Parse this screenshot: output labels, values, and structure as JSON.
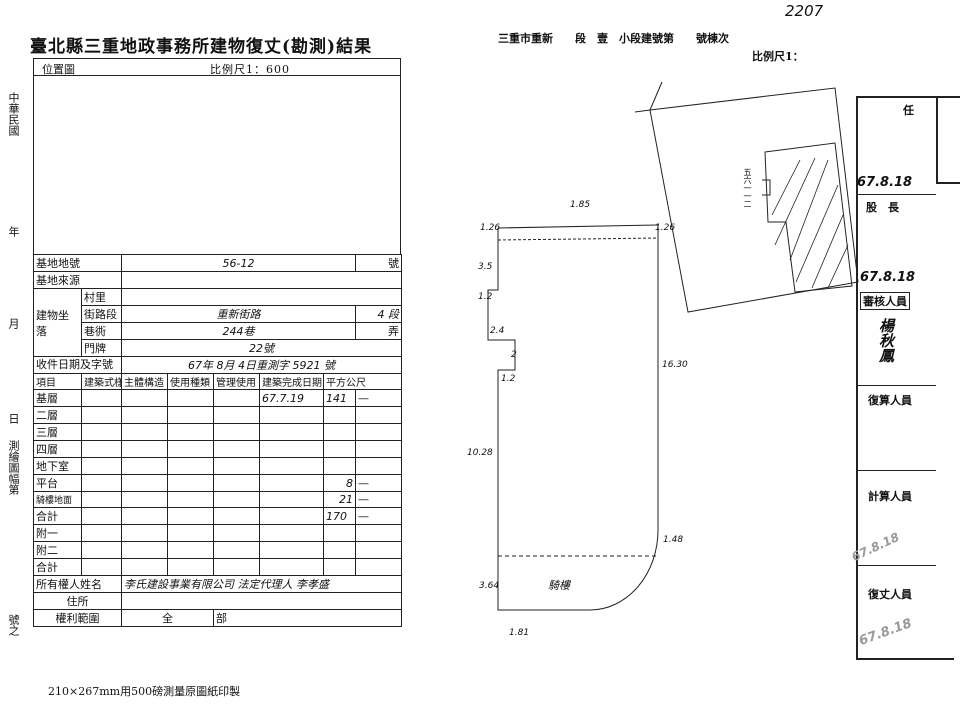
{
  "left_form": {
    "title": "臺北縣三重地政事務所建物復丈(勘測)結果",
    "location_map": {
      "label": "位置圖",
      "scale": "比例尺1：600"
    },
    "margin": {
      "era": "中華民國",
      "year": "年",
      "month": "月",
      "day": "日",
      "sheet": "測繪圖幅第",
      "num": "號之"
    },
    "rows": {
      "base_number_label": "基地地號",
      "base_number": "56-12",
      "base_number_suffix": "號",
      "base_source_label": "基地來源",
      "building_address_label": "建物坐落",
      "village_label": "村里",
      "road_label": "街路段",
      "road_value": "重新街路",
      "road_section": "4 段",
      "alley_label": "巷衖",
      "alley_value": "244巷",
      "alley_suffix": "弄",
      "door_label": "門牌",
      "door_value": "22號",
      "receipt_label": "收件日期及字號",
      "receipt_value": "67年 8月 4日重測字 5921 號"
    },
    "col_headers": [
      "項目",
      "建築式樣",
      "主體構造",
      "使用種類",
      "管理使用",
      "建築完成日期",
      "平方公尺"
    ],
    "floors": [
      {
        "name": "基層",
        "date": "67.7.19",
        "area": "141"
      },
      {
        "name": "二層",
        "date": "",
        "area": ""
      },
      {
        "name": "三層",
        "date": "",
        "area": ""
      },
      {
        "name": "四層",
        "date": "",
        "area": ""
      },
      {
        "name": "地下室",
        "date": "",
        "area": ""
      },
      {
        "name": "平台",
        "date": "",
        "area": "8"
      },
      {
        "name": "騎樓地面",
        "date": "",
        "area": "21"
      },
      {
        "name": "合計",
        "date": "",
        "area": "170"
      },
      {
        "name": "附一",
        "date": "",
        "area": ""
      },
      {
        "name": "附二",
        "date": "",
        "area": ""
      },
      {
        "name": "合計",
        "date": "",
        "area": ""
      }
    ],
    "owner_label": "所有權人姓名",
    "owner_value": "李氏建設事業有限公司 法定代理人 李孝盛",
    "address_label": "住所",
    "rights_label": "權利範圍",
    "rights_value_1": "全",
    "rights_value_2": "部",
    "footer": "210×267mm用500磅測量原圖紙印製"
  },
  "right_drawing": {
    "handwritten_top": "2207",
    "header": "三重市重新　　段　壹　小段建號第　　號棟次",
    "scale": "比例尺1：",
    "dims": [
      "1.85",
      "1.26",
      "1.26",
      "3.5",
      "1.2",
      "2.4",
      "2",
      "1.2",
      "16.30",
      "10.28",
      "1.48",
      "3.64",
      "1.81"
    ],
    "lot_label": "五六一一二",
    "arcade_label": "騎樓"
  },
  "stamps": {
    "date1": "67.8.18",
    "date2": "67.8.18",
    "date3": "67.8.18",
    "dept_label": "任",
    "section_chief": "股　長",
    "reviewer": "審核人員",
    "reviewer_name": "楊秋鳳",
    "recheck": "復算人員",
    "calculator": "計算人員",
    "surveyor": "復丈人員"
  }
}
